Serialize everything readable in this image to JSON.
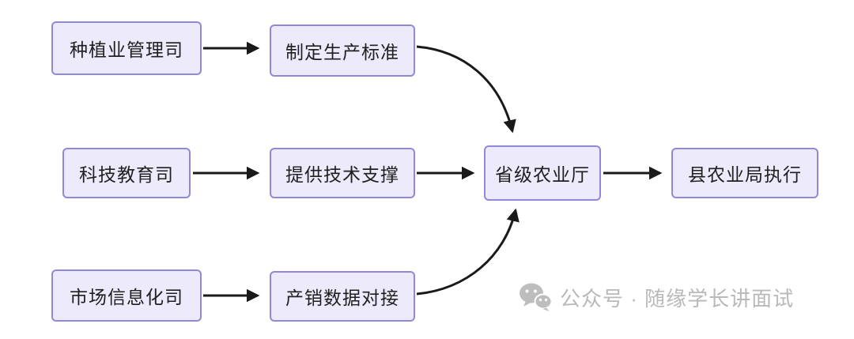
{
  "diagram": {
    "nodes": [
      {
        "id": "planting-dept",
        "label": "种植业管理司"
      },
      {
        "id": "set-standards",
        "label": "制定生产标准"
      },
      {
        "id": "science-edu-dept",
        "label": "科技教育司"
      },
      {
        "id": "tech-support",
        "label": "提供技术支撑"
      },
      {
        "id": "provincial-agri",
        "label": "省级农业厅"
      },
      {
        "id": "county-agri-exec",
        "label": "县农业局执行"
      },
      {
        "id": "market-info-dept",
        "label": "市场信息化司"
      },
      {
        "id": "supply-data-link",
        "label": "产销数据对接"
      }
    ],
    "edges": [
      {
        "from": "种植业管理司",
        "to": "制定生产标准"
      },
      {
        "from": "制定生产标准",
        "to": "省级农业厅"
      },
      {
        "from": "科技教育司",
        "to": "提供技术支撑"
      },
      {
        "from": "提供技术支撑",
        "to": "省级农业厅"
      },
      {
        "from": "市场信息化司",
        "to": "产销数据对接"
      },
      {
        "from": "产销数据对接",
        "to": "省级农业厅"
      },
      {
        "from": "省级农业厅",
        "to": "县农业局执行"
      }
    ],
    "colors": {
      "node_background": "#EDEAFB",
      "node_border": "#9089D9",
      "node_text": "#1F1F1F",
      "arrow": "#1A1A1A"
    }
  },
  "watermark": {
    "icon": "wechat-icon",
    "text": "公众号 · 随缘学长讲面试",
    "color": "#B9B9B9"
  }
}
